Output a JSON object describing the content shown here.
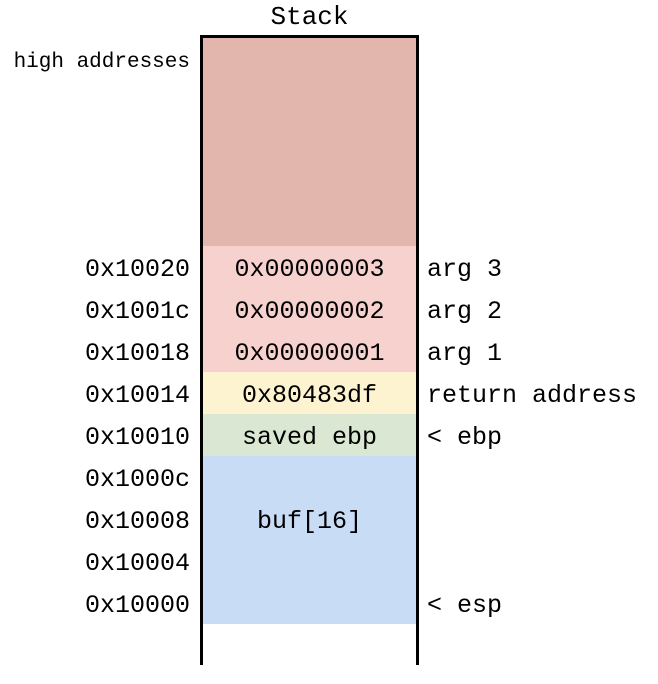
{
  "title": "Stack",
  "high_addresses_label": "high addresses",
  "colors": {
    "above_region": "#e3b6ad",
    "args_region": "#f7d1ce",
    "return_region": "#fdf3d1",
    "saved_ebp_region": "#d9e7d3",
    "buffer_region": "#c9dcf5",
    "border": "#000000",
    "text": "#000000"
  },
  "rows": [
    {
      "address": "0x10020",
      "value": "0x00000003",
      "annotation": "arg 3"
    },
    {
      "address": "0x1001c",
      "value": "0x00000002",
      "annotation": "arg 2"
    },
    {
      "address": "0x10018",
      "value": "0x00000001",
      "annotation": "arg 1"
    },
    {
      "address": "0x10014",
      "value": "0x80483df",
      "annotation": "return address"
    },
    {
      "address": "0x10010",
      "value": "saved ebp",
      "annotation": "< ebp"
    },
    {
      "address": "0x1000c",
      "value": "",
      "annotation": ""
    },
    {
      "address": "0x10008",
      "value": "buf[16]",
      "annotation": ""
    },
    {
      "address": "0x10004",
      "value": "",
      "annotation": ""
    },
    {
      "address": "0x10000",
      "value": "",
      "annotation": "< esp"
    }
  ]
}
